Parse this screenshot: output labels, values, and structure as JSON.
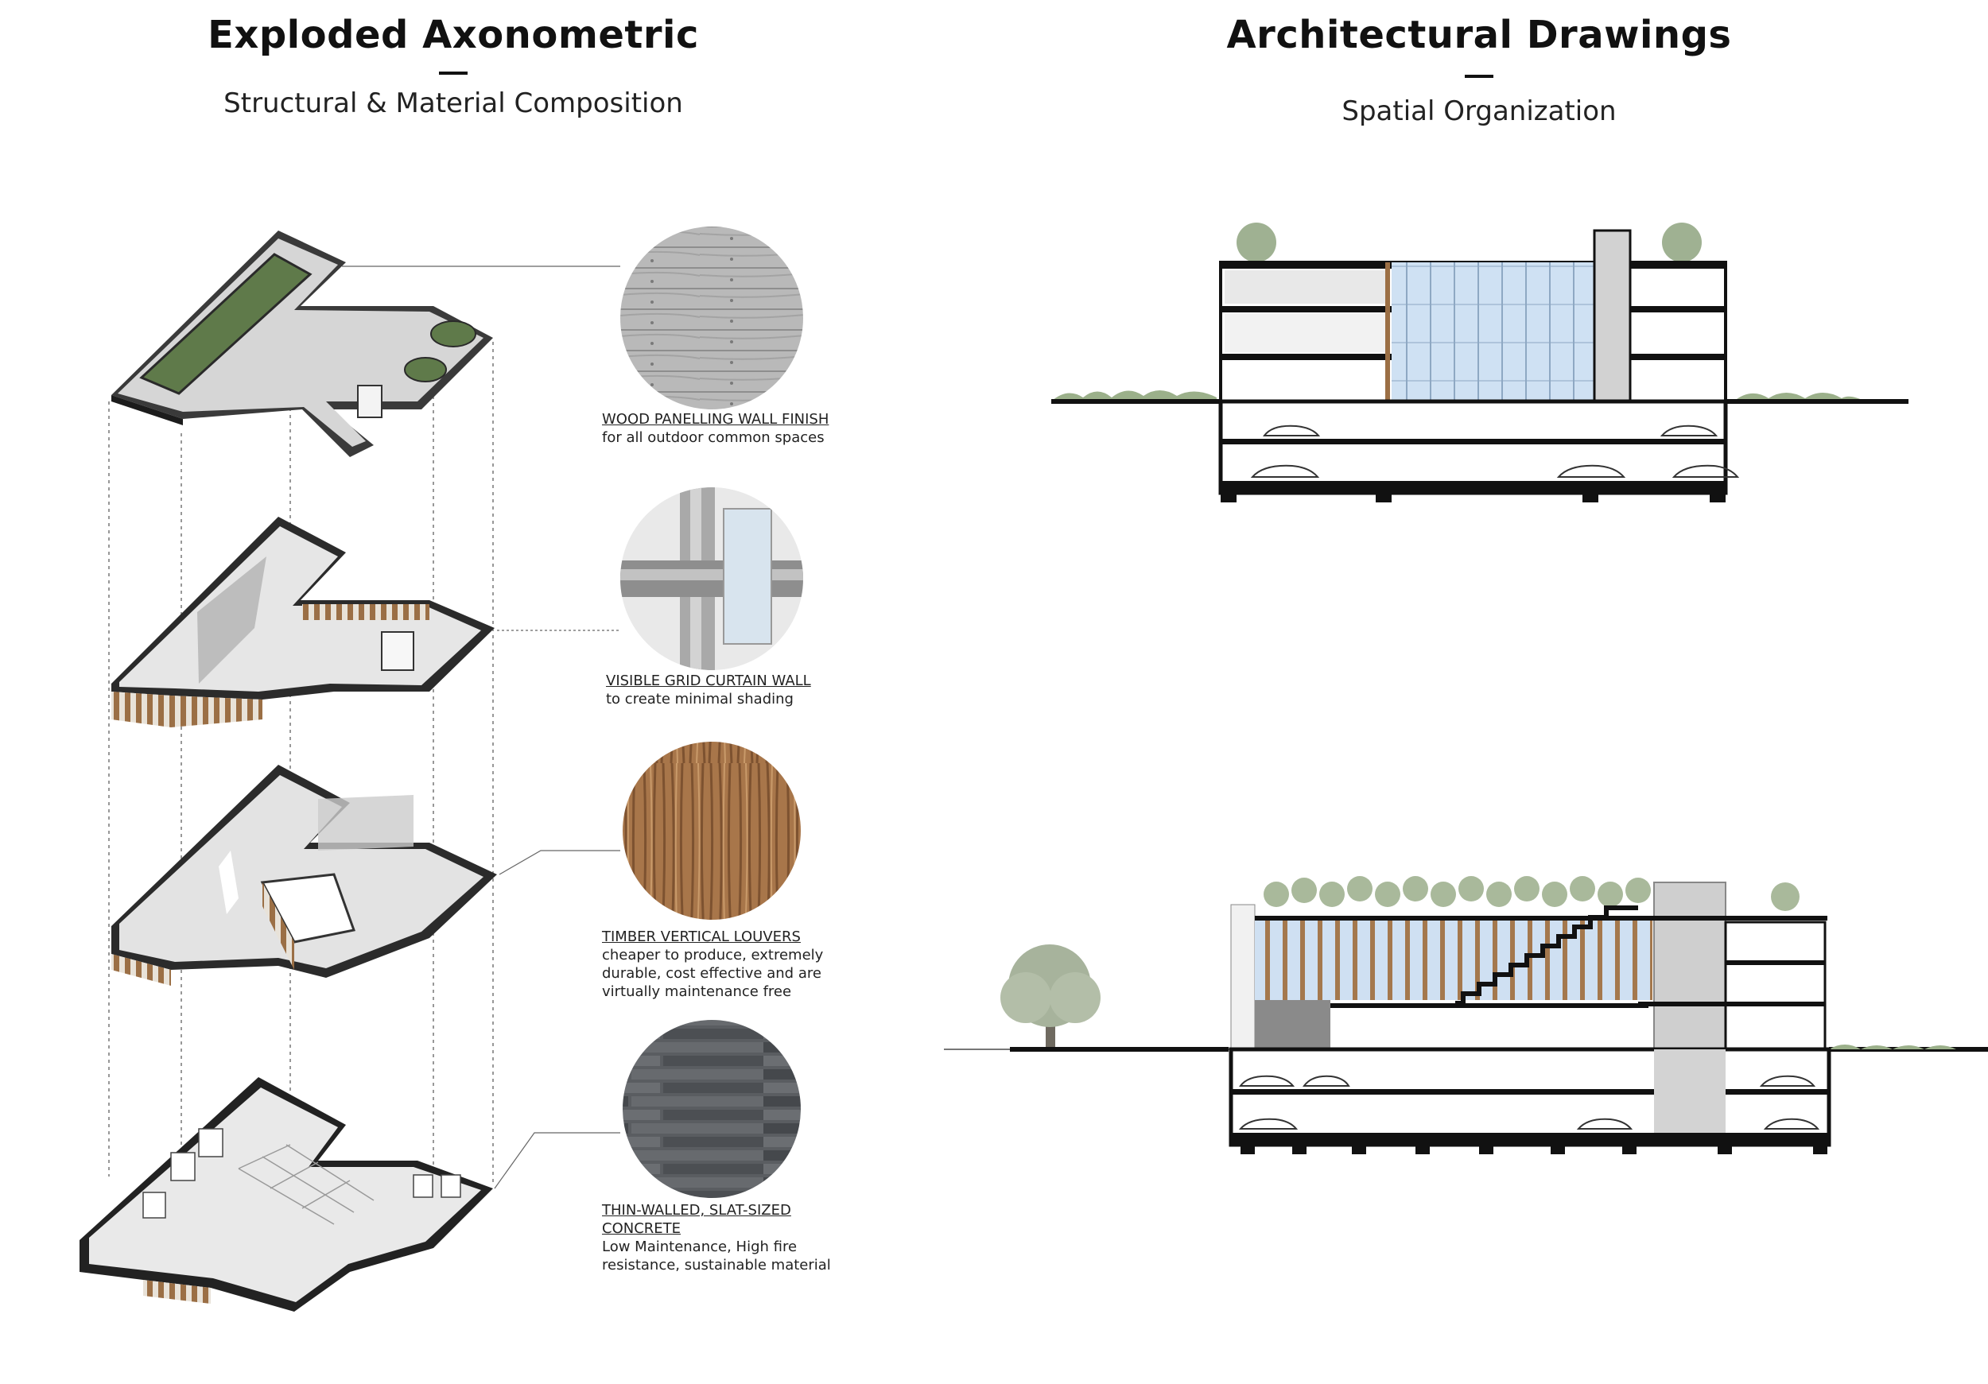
{
  "left_panel": {
    "title": "Exploded Axonometric",
    "subtitle": "Structural & Material Composition"
  },
  "right_panel": {
    "title": "Architectural Drawings",
    "subtitle": "Spatial Organization"
  },
  "materials": [
    {
      "title": "WOOD PANELLING WALL FINISH",
      "description": "for all outdoor common spaces",
      "swatch": "concrete-board-texture"
    },
    {
      "title": "VISIBLE GRID CURTAIN WALL",
      "description": "to create minimal shading",
      "swatch": "curtain-wall-mullion-detail"
    },
    {
      "title": "TIMBER VERTICAL LOUVERS",
      "description": "cheaper to produce, extremely durable, cost effective and are virtually maintenance free",
      "swatch": "wood-grain-texture"
    },
    {
      "title": "THIN-WALLED, SLAT-SIZED CONCRETE",
      "description": "Low Maintenance, High fire resistance, sustainable material",
      "swatch": "dark-slat-texture"
    }
  ],
  "colors": {
    "text": "#111111",
    "slab_edge": "#1a1a1a",
    "floor_fill": "#d9d9d9",
    "green_roof": "#5f7a4a",
    "timber": "#9b6f45",
    "glazing": "#c9ddf0",
    "concrete": "#b8b8b8"
  }
}
